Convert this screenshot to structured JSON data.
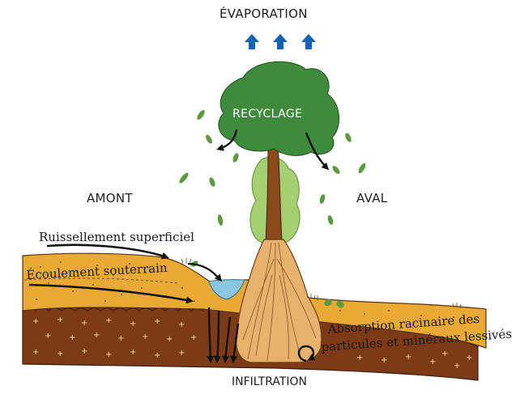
{
  "labels": {
    "evaporation": "ÉVAPORATION",
    "recyclage": "RECYCLAGE",
    "amont": "AMONT",
    "aval": "AVAL",
    "ruissellement": "Ruissellement superficiel",
    "ecoulement": "Écoulement souterrain",
    "absorption_line1": "Absorption racinaire des",
    "absorption_line2": "particules et minéraux lessivés",
    "infiltration": "INFILTRATION"
  },
  "colors": {
    "arrow_blue": "#0f63b6",
    "canopy_green": "#3f8a3c",
    "light_green": "#a6cf73",
    "trunk_brown": "#8a4a1c",
    "topsoil_orange": "#e9a935",
    "subsoil_brown": "#7d3a17",
    "water_blue": "#8cc6e0",
    "root_tan": "#e7b26e"
  }
}
